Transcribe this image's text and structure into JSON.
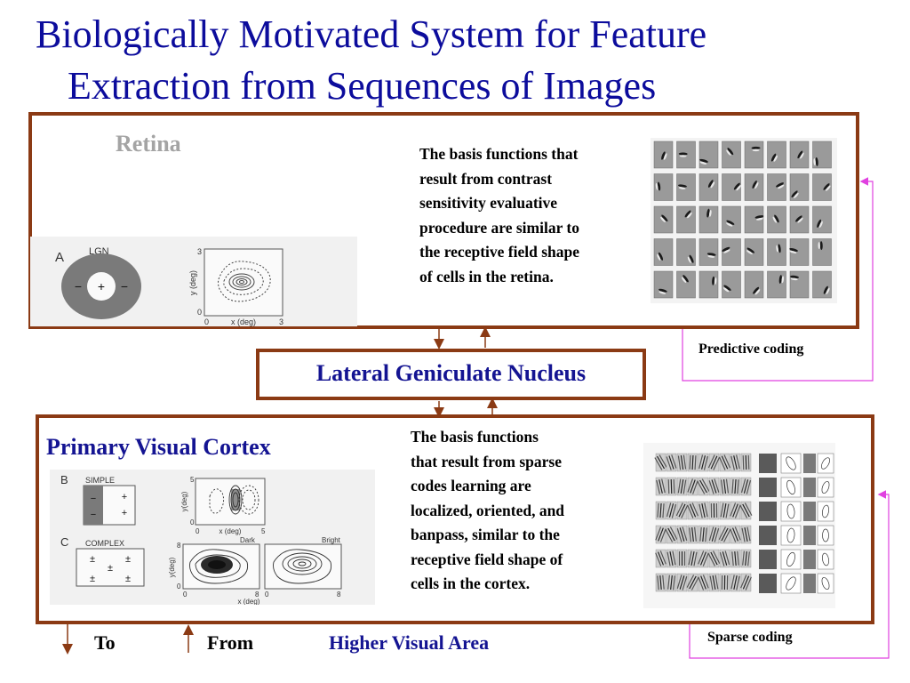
{
  "title": {
    "line1": "Biologically Motivated System for Feature",
    "line2": "Extraction from Sequences of Images"
  },
  "retina": {
    "label": "Retina",
    "description_lines": [
      "The basis functions that",
      "result from contrast",
      "sensitivity evaluative",
      "procedure are similar to",
      "the receptive field shape",
      "of cells in the retina."
    ],
    "figure": {
      "panel_letter": "A",
      "panel_title": "LGN",
      "plus": "+",
      "minus": "−",
      "y_axis_label": "y (deg)",
      "x_axis_label": "x (deg)",
      "tick_zero_x": "0",
      "tick_max_x": "3",
      "tick_zero_y": "0",
      "tick_max_y": "3"
    }
  },
  "lgn": {
    "label": "Lateral Geniculate Nucleus"
  },
  "cortex": {
    "label": "Primary Visual Cortex",
    "description_lines": [
      "The basis functions",
      "that result from sparse",
      "codes learning  are",
      "localized, oriented, and",
      "banpass, similar to the",
      "receptive field shape of",
      "cells in the cortex."
    ],
    "figure": {
      "panel_b": "B",
      "simple": "SIMPLE",
      "panel_c": "C",
      "complex": "COMPLEX",
      "pm": "±",
      "plus": "+",
      "minus": "−",
      "y_axis_label": "y(deg)",
      "x_axis_label": "x (deg)",
      "dark": "Dark",
      "bright": "Bright",
      "tick_zero": "0",
      "tick_five": "5",
      "tick_eight": "8"
    }
  },
  "predictive_coding": "Predictive coding",
  "sparse_coding": "Sparse coding",
  "footer": {
    "to": "To",
    "from": "From",
    "higher_visual_area": "Higher Visual Area"
  },
  "colors": {
    "title_blue": "#0c0c9c",
    "box_border": "#8b3a14",
    "feedback_magenta": "#e040e0",
    "retina_gray": "#a4a4a4"
  }
}
